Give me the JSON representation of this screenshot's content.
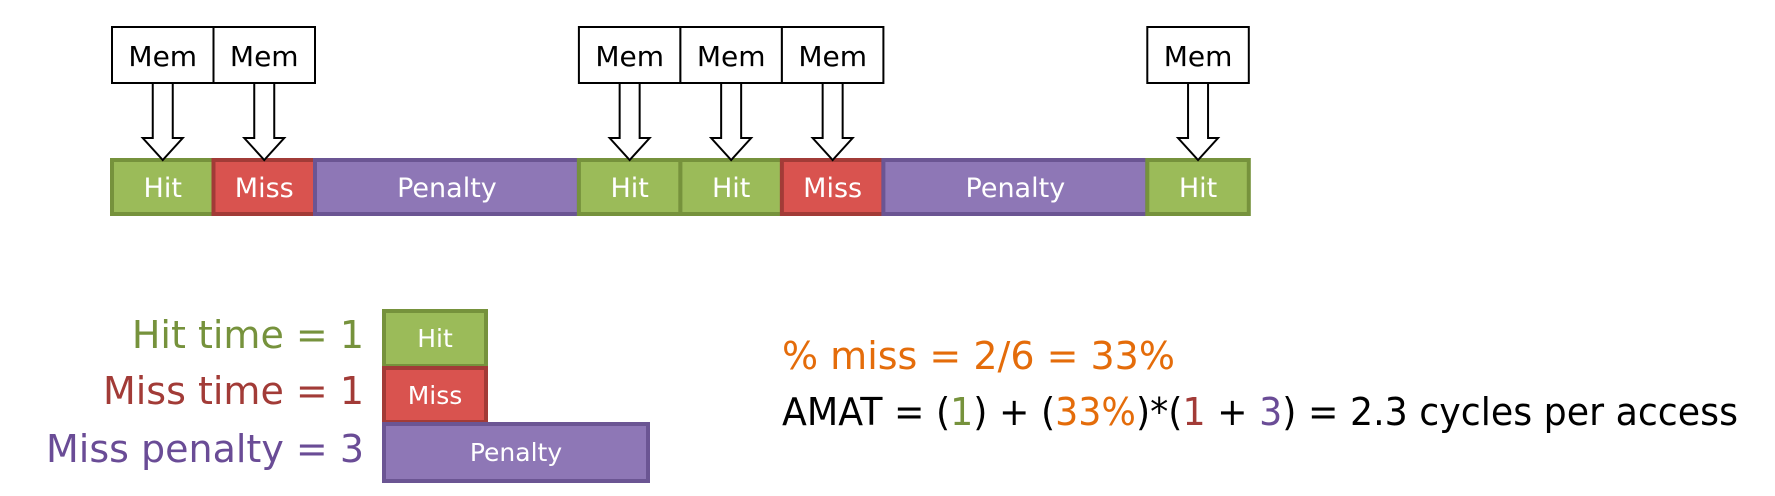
{
  "colors": {
    "hit_fill": "#9bbb59",
    "hit_stroke": "#76923c",
    "miss_fill": "#d9534f",
    "miss_stroke": "#a23b37",
    "penalty_fill": "#8e77b6",
    "penalty_stroke": "#6b5593",
    "hit_text": "#76923c",
    "miss_text": "#a23b37",
    "penalty_text": "#6a4c96",
    "miss_pct_text": "#e46c0a",
    "formula_text": "#000000"
  },
  "timeline": {
    "mem_label": "Mem",
    "cells": [
      {
        "kind": "hit",
        "label": "Hit",
        "mem": true
      },
      {
        "kind": "miss",
        "label": "Miss",
        "mem": true
      },
      {
        "kind": "penalty",
        "label": "Penalty",
        "mem": false
      },
      {
        "kind": "hit",
        "label": "Hit",
        "mem": true
      },
      {
        "kind": "hit",
        "label": "Hit",
        "mem": true
      },
      {
        "kind": "miss",
        "label": "Miss",
        "mem": true
      },
      {
        "kind": "penalty",
        "label": "Penalty",
        "mem": false
      },
      {
        "kind": "hit",
        "label": "Hit",
        "mem": true
      }
    ]
  },
  "legend": {
    "hit": {
      "label": "Hit time = 1",
      "cell": "Hit"
    },
    "miss": {
      "label": "Miss time = 1",
      "cell": "Miss"
    },
    "penalty": {
      "label": "Miss penalty = 3",
      "cell": "Penalty"
    }
  },
  "formula": {
    "miss_line": "% miss = 2/6 = 33%",
    "amat_prefix": "AMAT = (",
    "amat_hit": "1",
    "amat_mid1": ") + (",
    "amat_pct": "33%",
    "amat_mid2": ")*(",
    "amat_miss": "1",
    "amat_plus": " + ",
    "amat_penalty": "3",
    "amat_suffix": ") = 2.3 cycles per access"
  }
}
